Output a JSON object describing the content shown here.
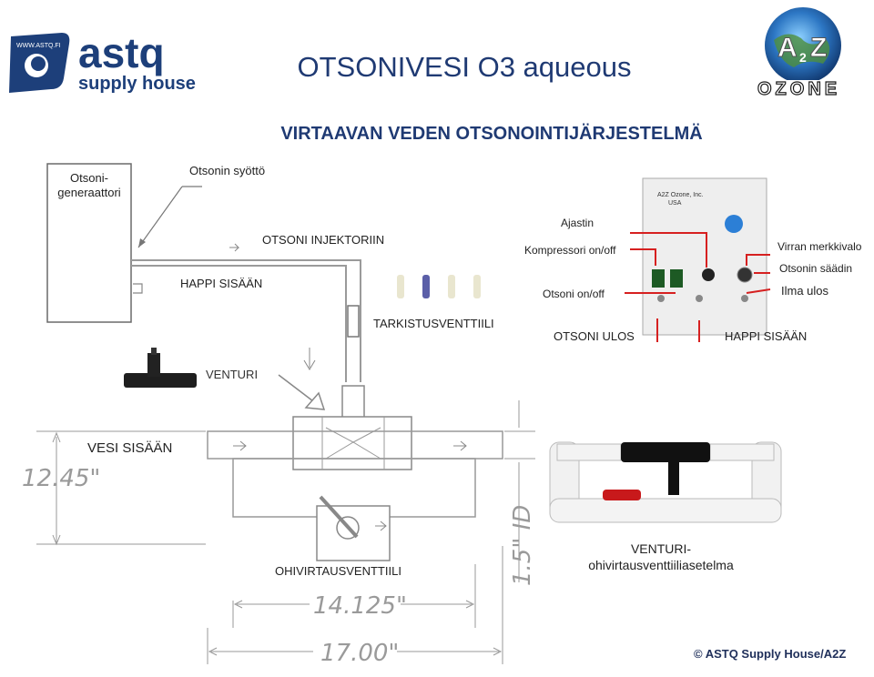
{
  "header": {
    "astq_logo": {
      "url_text": "WWW.ASTQ.FI",
      "brand": "astq",
      "sub": "supply house"
    },
    "title": "OTSONIVESI O3 aqueous",
    "a2z_logo": {
      "top": "A",
      "sub2": "2",
      "right": "Z",
      "word": "OZONE"
    }
  },
  "subtitle": "VIRTAAVAN VEDEN OTSONOINTIJÄRJESTELMÄ",
  "labels": {
    "generator": "Otsoni-\ngeneraattori",
    "ozone_feed": "Otsonin syöttö",
    "ozone_to_injector": "OTSONI  INJEKTORIIN",
    "oxygen_in_left": "HAPPI SISÄÄN",
    "check_valve": "TARKISTUSVENTTIILI",
    "venturi_label": "VENTURI",
    "water_in": "VESI SISÄÄN",
    "bypass_valve": "OHIVIRTAUSVENTTIILI",
    "timer": "Ajastin",
    "compressor_switch": "Kompressori on/off",
    "ozone_switch": "Otsoni on/off",
    "ozone_out": "OTSONI ULOS",
    "oxygen_in_right": "HAPPI SISÄÄN",
    "power_indicator": "Virran merkkivalo",
    "ozone_regulator": "Otsonin säädin",
    "air_out": "Ilma ulos",
    "venturi_bypass_set": "VENTURI-\nohivirtausventtiiliasetelma"
  },
  "panel": {
    "maker": "A2Z Ozone, Inc.",
    "country": "USA"
  },
  "dimensions": {
    "height": "12.45\"",
    "inner_width": "14.125\"",
    "outer_width": "17.00\"",
    "pipe_id": "1.5\" ID"
  },
  "footer": {
    "copyright": "© ASTQ Supply House/A2Z"
  },
  "colors": {
    "title_blue": "#1f3a73",
    "callout_red": "#d62020",
    "astq_blue": "#1d3f7a"
  }
}
